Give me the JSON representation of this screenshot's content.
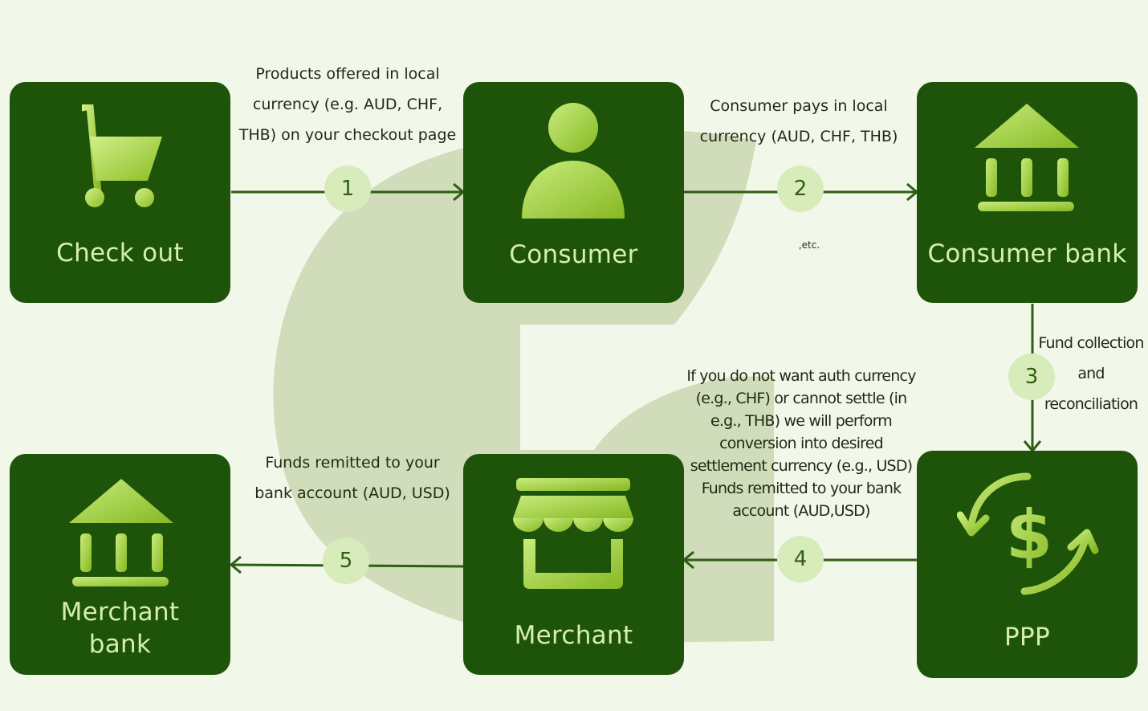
{
  "diagram": {
    "boxes": {
      "checkout": {
        "label": "Check out",
        "icon": "shopping-cart-icon"
      },
      "consumer": {
        "label": "Consumer",
        "icon": "person-icon"
      },
      "consumer_bank": {
        "label": "Consumer bank",
        "icon": "bank-icon"
      },
      "ppp": {
        "label": "PPP",
        "icon": "currency-exchange-icon"
      },
      "merchant": {
        "label": "Merchant",
        "icon": "storefront-icon"
      },
      "merchant_bank": {
        "label": "Merchant\nbank",
        "icon": "bank-icon"
      }
    },
    "steps": [
      "1",
      "2",
      "3",
      "4",
      "5"
    ],
    "notes": {
      "step1": "Products offered in local\ncurrency (e.g. AUD, CHF,\nTHB) on your checkout page",
      "step2": "Consumer pays in local\ncurrency (AUD, CHF, THB)",
      "step2_extra": ",etc.",
      "step3": "Fund collection\nand\nreconciliation",
      "step4": "If you do not want auth currency\n(e.g., CHF) or cannot settle (in\ne.g., THB) we will perform\nconversion into desired\nsettlement currency (e.g., USD)\nFunds remitted to your bank\naccount (AUD,USD)",
      "step5": "Funds remitted to your\nbank account (AUD, USD)"
    },
    "colors": {
      "background": "#f1f8ea",
      "box": "#1d5409",
      "arrow": "#2c5e10",
      "step_circle": "#d8ebbb",
      "icon_light": "#c8ec7c",
      "icon_dark": "#8cbd24",
      "watermark": "#d1dcbb"
    }
  }
}
